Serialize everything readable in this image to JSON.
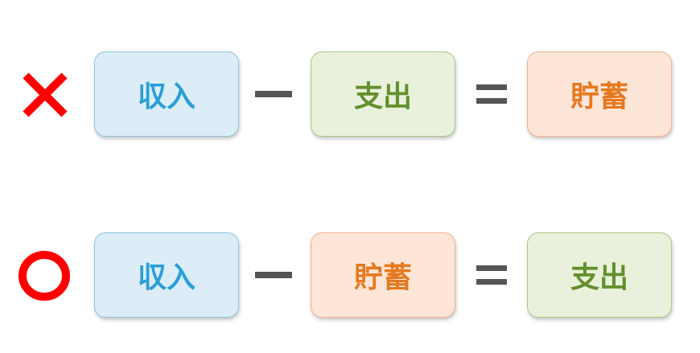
{
  "colors": {
    "income_fill": "#dcedf8",
    "income_border": "#8ec4e0",
    "income_text": "#2a9fd6",
    "expense_fill": "#e9f1dc",
    "expense_border": "#a9cb82",
    "expense_text": "#62902c",
    "savings_fill": "#fde6d8",
    "savings_border": "#f2b28f",
    "savings_text": "#e5791f",
    "operator": "#555555",
    "mark": "#ff0000"
  },
  "rows": [
    {
      "mark_icon": "cross-icon",
      "terms": [
        {
          "text": "収入",
          "kind": "income"
        },
        {
          "text": "支出",
          "kind": "expense"
        },
        {
          "text": "貯蓄",
          "kind": "savings"
        }
      ]
    },
    {
      "mark_icon": "circle-icon",
      "terms": [
        {
          "text": "収入",
          "kind": "income"
        },
        {
          "text": "貯蓄",
          "kind": "savings"
        },
        {
          "text": "支出",
          "kind": "expense"
        }
      ]
    }
  ]
}
